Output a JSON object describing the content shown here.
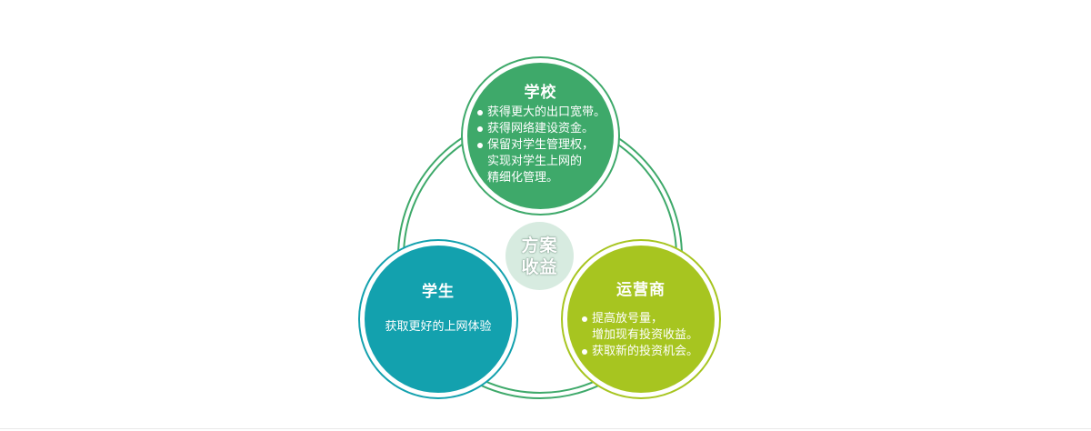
{
  "center": {
    "line1": "方案",
    "line2": "收益"
  },
  "school": {
    "title": "学校",
    "items": [
      {
        "lines": [
          "获得更大的出口宽带。"
        ]
      },
      {
        "lines": [
          "获得网络建设资金。"
        ]
      },
      {
        "lines": [
          "保留对学生管理权，",
          "实现对学生上网的",
          "精细化管理。"
        ]
      }
    ]
  },
  "student": {
    "title": "学生",
    "text": "获取更好的上网体验"
  },
  "operator": {
    "title": "运营商",
    "items": [
      {
        "lines": [
          "提高放号量，",
          "增加现有投资收益。"
        ]
      },
      {
        "lines": [
          "获取新的投资机会。"
        ]
      }
    ]
  },
  "colors": {
    "school": "#3ea96a",
    "student": "#13a1ae",
    "operator": "#a7c520",
    "ring": "#3ea96a",
    "center": "#d7ebe0"
  }
}
